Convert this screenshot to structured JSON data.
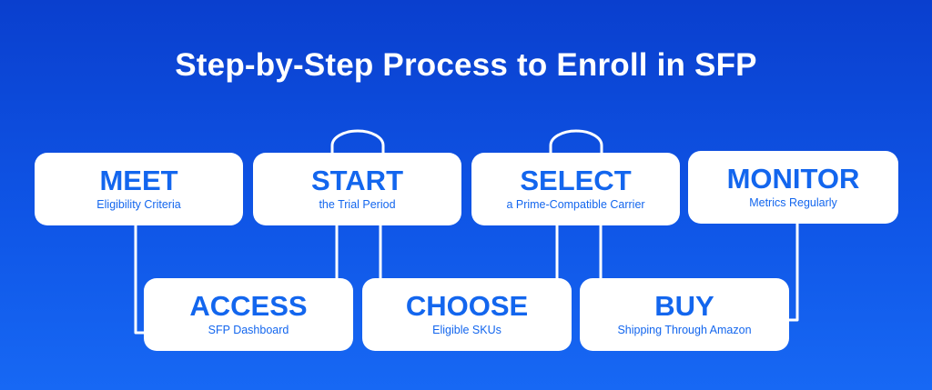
{
  "title": "Step-by-Step Process to Enroll in SFP",
  "steps": {
    "meet": {
      "heading": "MEET",
      "sub": "Eligibility Criteria"
    },
    "start": {
      "heading": "START",
      "sub": "the Trial Period"
    },
    "select": {
      "heading": "SELECT",
      "sub": "a Prime-Compatible Carrier"
    },
    "monitor": {
      "heading": "MONITOR",
      "sub": "Metrics Regularly"
    },
    "access": {
      "heading": "ACCESS",
      "sub": "SFP Dashboard"
    },
    "choose": {
      "heading": "CHOOSE",
      "sub": "Eligible SKUs"
    },
    "buy": {
      "heading": "BUY",
      "sub": "Shipping Through Amazon"
    }
  },
  "colors": {
    "background": "#0f55e6",
    "box": "#ffffff",
    "text": "#1366ee",
    "connector": "#ffffff"
  }
}
